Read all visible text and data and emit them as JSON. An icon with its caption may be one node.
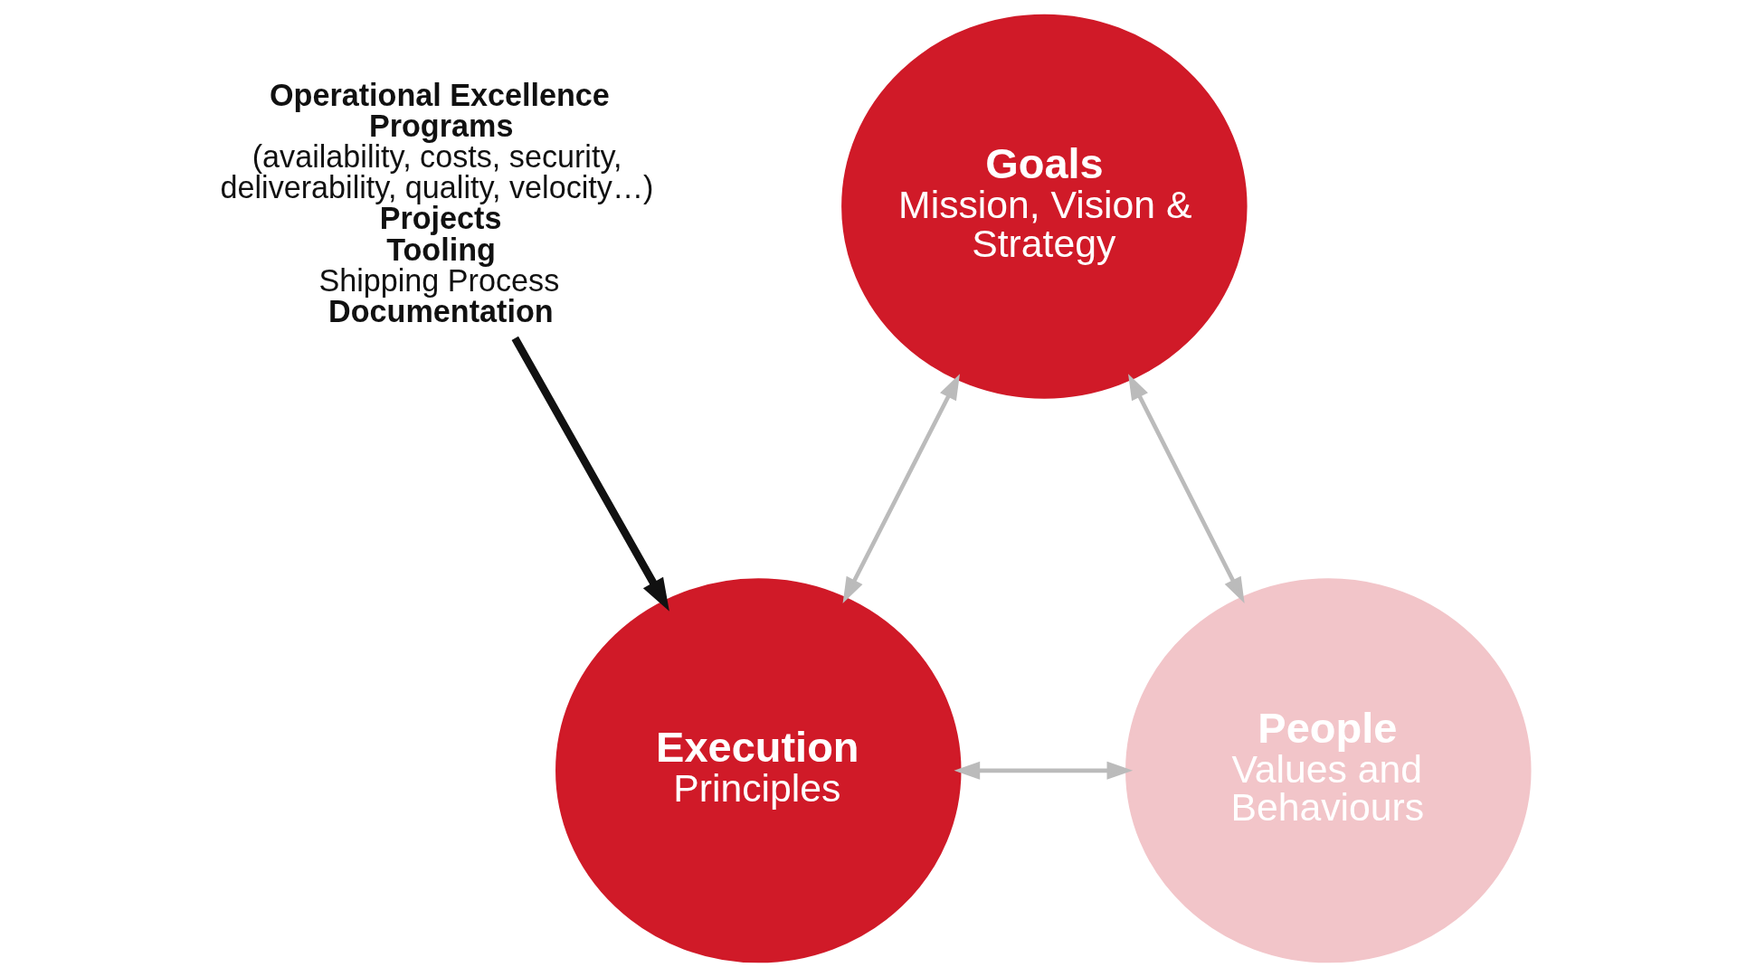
{
  "diagram": {
    "nodes": [
      {
        "text": [
          "Goals",
          "Mission, Vision & Strategy"
        ]
      },
      {
        "text": [
          "Operational Excellence",
          "Programs",
          "(availability, costs, security, deliverability, quality, velocity…)",
          "Projects",
          "Tooling",
          "Shipping Process",
          "Documentation"
        ]
      },
      {
        "text": [
          "Execution",
          "Principles"
        ]
      },
      {
        "text": [
          "People",
          "Values and Behaviours"
        ]
      }
    ],
    "edges": [
      {
        "from": 0,
        "to": 2,
        "arrow": "both"
      },
      {
        "from": 0,
        "to": 3,
        "arrow": "both"
      },
      {
        "from": 2,
        "to": 3,
        "arrow": "both"
      },
      {
        "from": 1,
        "to": 2,
        "arrow": "to",
        "style": "thick",
        "color": "#111111"
      }
    ]
  }
}
